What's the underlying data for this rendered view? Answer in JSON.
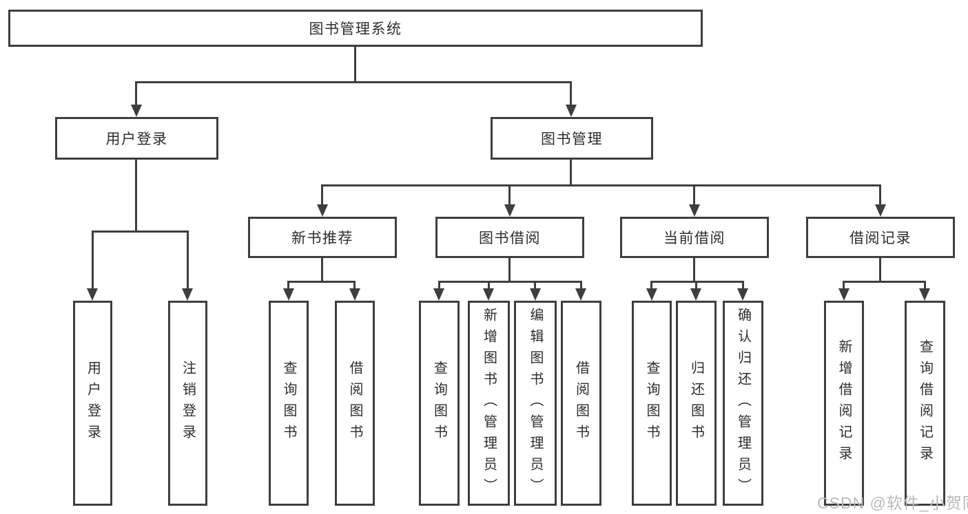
{
  "nodes": {
    "root": "图书管理系统",
    "user_login": "用户登录",
    "book_mgmt": "图书管理",
    "new_book_rec": "新书推荐",
    "book_borrow": "图书借阅",
    "current_borrow": "当前借阅",
    "borrow_records": "借阅记录",
    "leaf_user_login": "用户登录",
    "leaf_logout": "注销登录",
    "leaf_nb_query": "查询图书",
    "leaf_nb_borrow": "借阅图书",
    "leaf_bb_query": "查询图书",
    "leaf_bb_add": "新增图书（管理员）",
    "leaf_bb_edit": "编辑图书（管理员）",
    "leaf_bb_borrow": "借阅图书",
    "leaf_cb_query": "查询图书",
    "leaf_cb_return": "归还图书",
    "leaf_cb_confirm": "确认归还（管理员）",
    "leaf_br_add": "新增借阅记录",
    "leaf_br_query": "查询借阅记录"
  },
  "watermark": "CSDN @软件_小贺同学",
  "colors": {
    "line": "#3e3e3e",
    "text": "#2d2d2d",
    "watermark": "#b9b9b9",
    "background": "#ffffff"
  }
}
